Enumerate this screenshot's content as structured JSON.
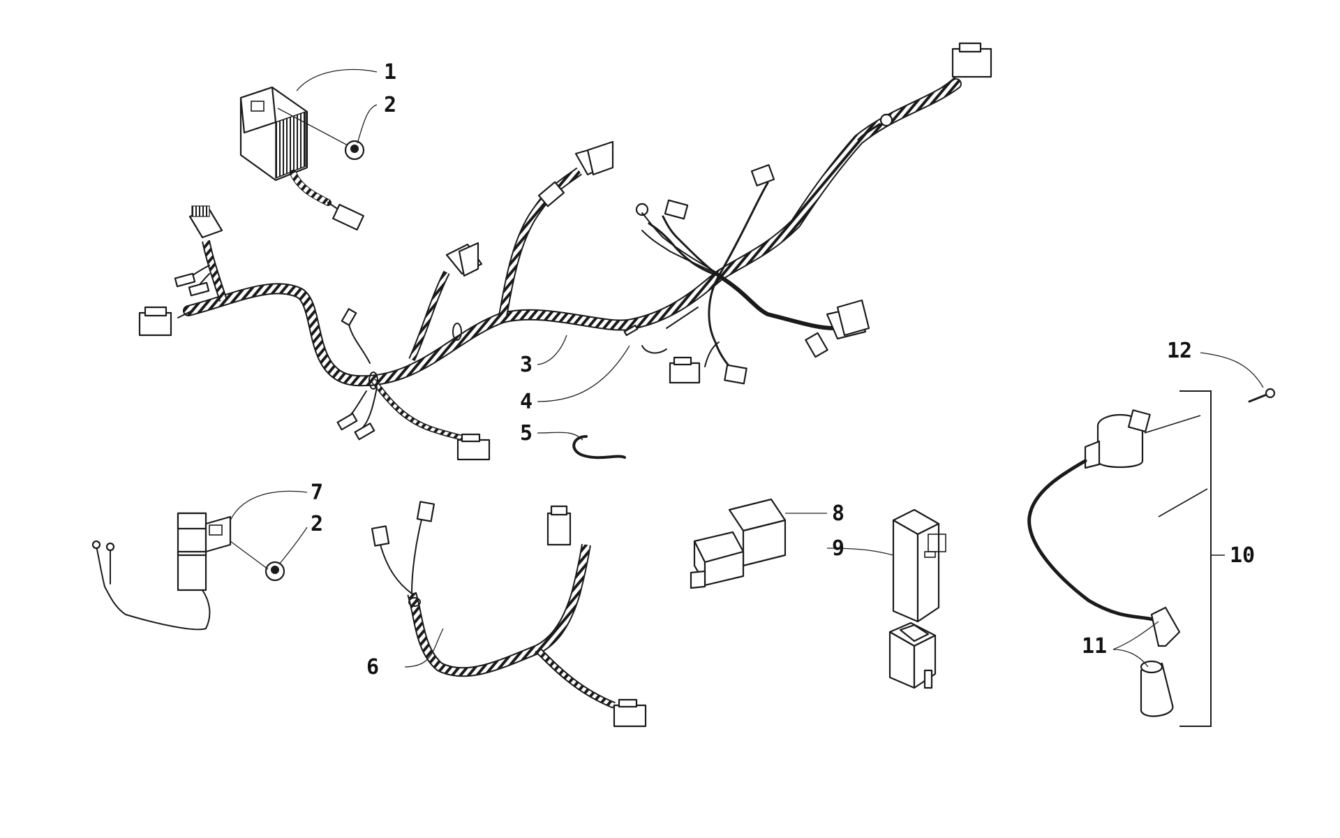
{
  "callouts": {
    "c1": "1",
    "c2a": "2",
    "c3": "3",
    "c4": "4",
    "c5": "5",
    "c6": "6",
    "c7": "7",
    "c2b": "2",
    "c8": "8",
    "c9": "9",
    "c10": "10",
    "c11": "11",
    "c12": "12"
  },
  "colors": {
    "line": "#1a1a1a",
    "background": "#ffffff"
  }
}
